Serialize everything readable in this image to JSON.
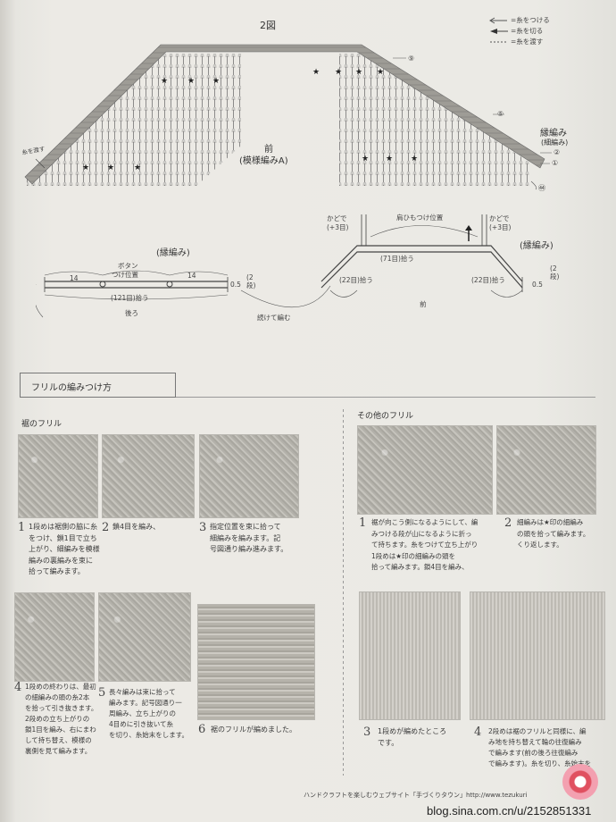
{
  "figure_title": "2図",
  "legend": {
    "join": "=糸をつける",
    "cut": "=糸を切る",
    "carry": "=糸を渡す"
  },
  "diagram": {
    "front_label": "前",
    "pattern_label": "(模様編みA)",
    "edging_label": "縁編み",
    "edging_label_paren": "(細編み)",
    "row_markers": [
      "⑨",
      "⑤",
      "②",
      "①",
      "㊹"
    ],
    "side_note": "糸を渡す"
  },
  "schematic_back": {
    "edging": "(縁編み)",
    "button": "ボタン",
    "button2": "つけ位置",
    "left_num": "14",
    "right_num": "14",
    "stitches": "(121目)拾う",
    "label": "後ろ",
    "width": "0.5",
    "rows": "(2\n段)"
  },
  "schematic_front": {
    "strap_pos": "肩ひもつけ位置",
    "corner_left": "かどで\n(+3目)",
    "corner_right": "かどで\n(+3目)",
    "edging": "(縁編み)",
    "center": "(71目)拾う",
    "left_pick": "(22目)拾う",
    "right_pick": "(22目)拾う",
    "width": "0.5",
    "rows": "(2\n段)",
    "label": "前",
    "continue": "続けて編む"
  },
  "section_title": "フリルの編みつけ方",
  "left_heading": "裾のフリル",
  "right_heading": "その他のフリル",
  "steps": [
    {
      "n": "1",
      "text": "1段めは裾側の脇に糸\nをつけ、鎖1目で立ち\n上がり、細編みを模様\n編みの裏編みを束に\n拾って編みます。"
    },
    {
      "n": "2",
      "text": "鎖4目を編み、"
    },
    {
      "n": "3",
      "text": "指定位置を束に拾って\n細編みを編みます。記\n号図通り編み進みます。"
    },
    {
      "n": "4",
      "text": "1段めの終わりは、最初\nの細編みの頭の糸2本\nを拾って引き抜きます。\n2段めの立ち上がりの\n鎖1目を編み、右にまわ\nして持ち替え、模様の\n裏側を見て編みます。"
    },
    {
      "n": "5",
      "text": "長々編みは束に拾って\n編みます。記号図通り一\n周編み、立ち上がりの\n4目めに引き抜いて糸\nを切り、糸始末をします。"
    },
    {
      "n": "6",
      "text": "裾のフリルが編めました。"
    },
    {
      "n": "1",
      "text": "裾が向こう側になるようにして、編\nみつける段が山になるように折っ\nて持ちます。糸をつけて立ち上がり\n1段めは★印の細編みの頭を\n拾って編みます。鎖4目を編み、"
    },
    {
      "n": "2",
      "text": "細編みは★印の細編み\nの頭を拾って編みます。\nくり返します。"
    },
    {
      "n": "3",
      "text": "1段めが編めたところ\nです。"
    },
    {
      "n": "4",
      "text": "2段めは裾のフリルと同様に、編\nみ地を持ち替えて輪の往復編み\nで編みます(前の後ろ往復編み\nで編みます)。糸を切り、糸始末を"
    }
  ],
  "footer": "ハンドクラフトを楽しむウェブサイト「手づくりタウン」http://www.tezukuri",
  "watermark": "blog.sina.com.cn/u/2152851331"
}
